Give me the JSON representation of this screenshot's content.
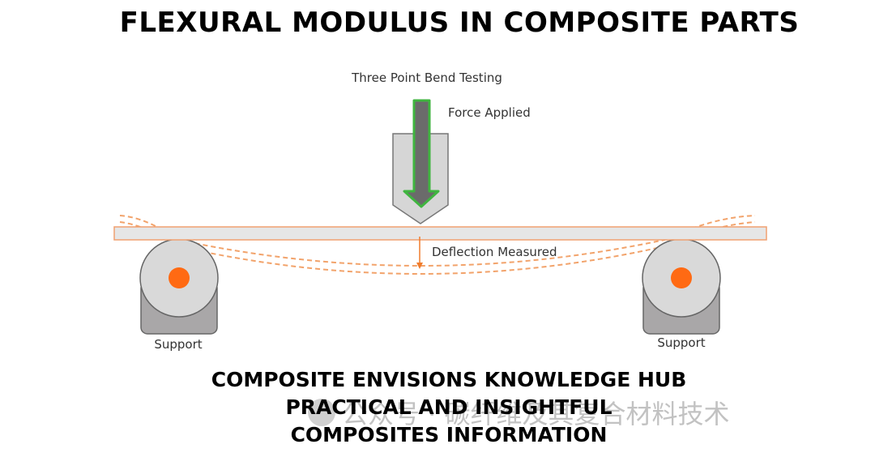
{
  "header": {
    "title": "FLEXURAL MODULUS IN COMPOSITE PARTS"
  },
  "diagram": {
    "heading": "Three Point Bend Testing",
    "force_label": "Force Applied",
    "deflection_label": "Deflection Measured",
    "support_left_label": "Support",
    "support_right_label": "Support"
  },
  "footer": {
    "line1": "COMPOSITE ENVISIONS KNOWLEDGE HUB",
    "line2": "PRACTICAL AND INSIGHTFUL",
    "line3": "COMPOSITES INFORMATION"
  },
  "watermark": {
    "text": "公众号 · 碳纤维及其复合材料技术"
  },
  "colors": {
    "beam_fill": "#e6e6e6",
    "beam_stroke": "#f0a070",
    "arrow_fill": "#6b6b6b",
    "arrow_stroke": "#3fb53f",
    "pin_orange": "#ff6a13",
    "deflection_dash": "#f2a36b"
  }
}
